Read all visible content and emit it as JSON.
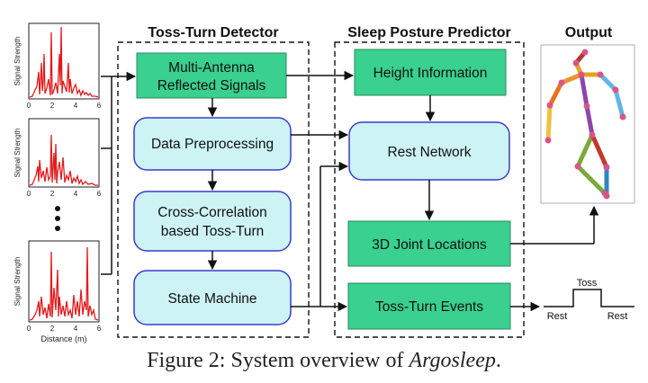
{
  "headers": {
    "toss_turn_detector": "Toss-Turn Detector",
    "sleep_posture_predictor": "Sleep Posture Predictor",
    "output": "Output"
  },
  "boxes": {
    "multi_antenna_line1": "Multi-Antenna",
    "multi_antenna_line2": "Reflected Signals",
    "data_preprocessing": "Data Preprocessing",
    "cross_correlation_line1": "Cross-Correlation",
    "cross_correlation_line2": "based Toss-Turn",
    "state_machine": "State Machine",
    "height_information": "Height Information",
    "rest_network": "Rest Network",
    "joint_locations": "3D Joint Locations",
    "toss_turn_events": "Toss-Turn Events"
  },
  "plots": {
    "ylabel": "Signal Strength",
    "xlabel": "Distance (m)",
    "xticks": [
      "0",
      "2",
      "4",
      "6"
    ]
  },
  "timeline": {
    "rest_left": "Rest",
    "toss": "Toss",
    "rest_right": "Rest"
  },
  "caption": {
    "prefix": "Figure 2: System overview of ",
    "name": "Argosleep",
    "suffix": "."
  },
  "colors": {
    "green_box": "#3ad08f",
    "cyan_box": "#cdf3f5",
    "box_border": "#3a3acb",
    "signal": "#e31a1c"
  }
}
